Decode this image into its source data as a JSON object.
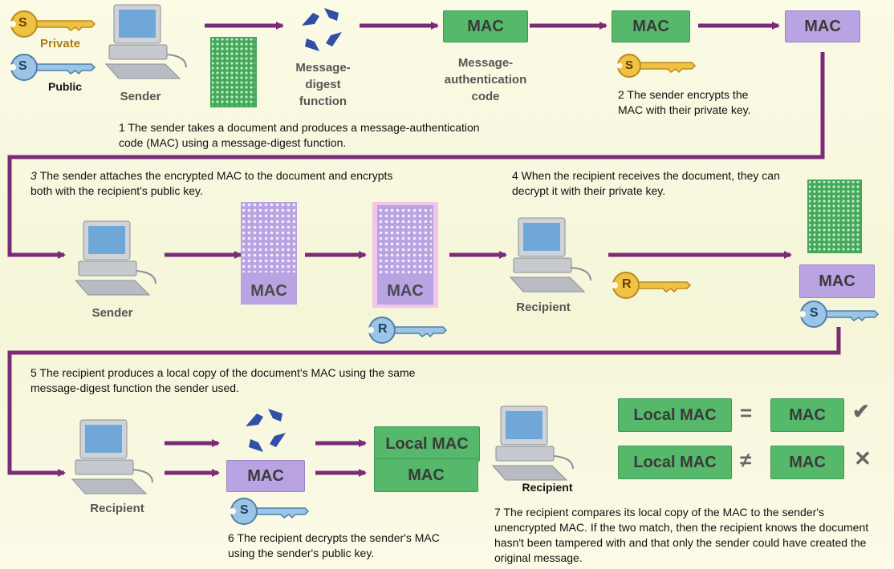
{
  "keys": {
    "private_label": "Private",
    "public_label": "Public",
    "s_letter": "S",
    "r_letter": "R"
  },
  "labels": {
    "sender": "Sender",
    "message_digest": "Message-digest function",
    "mac_long": "Message-authentication code",
    "recipient": "Recipient"
  },
  "boxes": {
    "mac": "MAC",
    "local_mac": "Local MAC"
  },
  "symbols": {
    "equals": "=",
    "not_equal": "≠",
    "check": "✔",
    "cross": "✕"
  },
  "steps": {
    "s1": "1  The sender takes a document and produces a message-authentication code (MAC) using a message-digest function.",
    "s2": "2  The sender encrypts the MAC with their private key.",
    "s3_num": "3",
    "s3": "The sender attaches the encrypted MAC to the document and encrypts both with the recipient's public key.",
    "s4": "4  When the recipient receives the document, they can decrypt it with their private key.",
    "s5": "5  The recipient produces a local copy of the document's MAC using the same message-digest function the sender used.",
    "s6": "6  The recipient decrypts the sender's MAC using the sender's public key.",
    "s7": "7  The recipient compares its local copy of the MAC to the sender's unencrypted MAC. If the two match, then the recipient knows the document hasn't been tampered with and that only the sender could have created the original message."
  },
  "colors": {
    "arrow": "#7b2a78",
    "green_box": "#55b86a",
    "purple_box": "#b9a3e2",
    "key_gold": "#f0c244",
    "key_blue": "#9cc4e4"
  }
}
